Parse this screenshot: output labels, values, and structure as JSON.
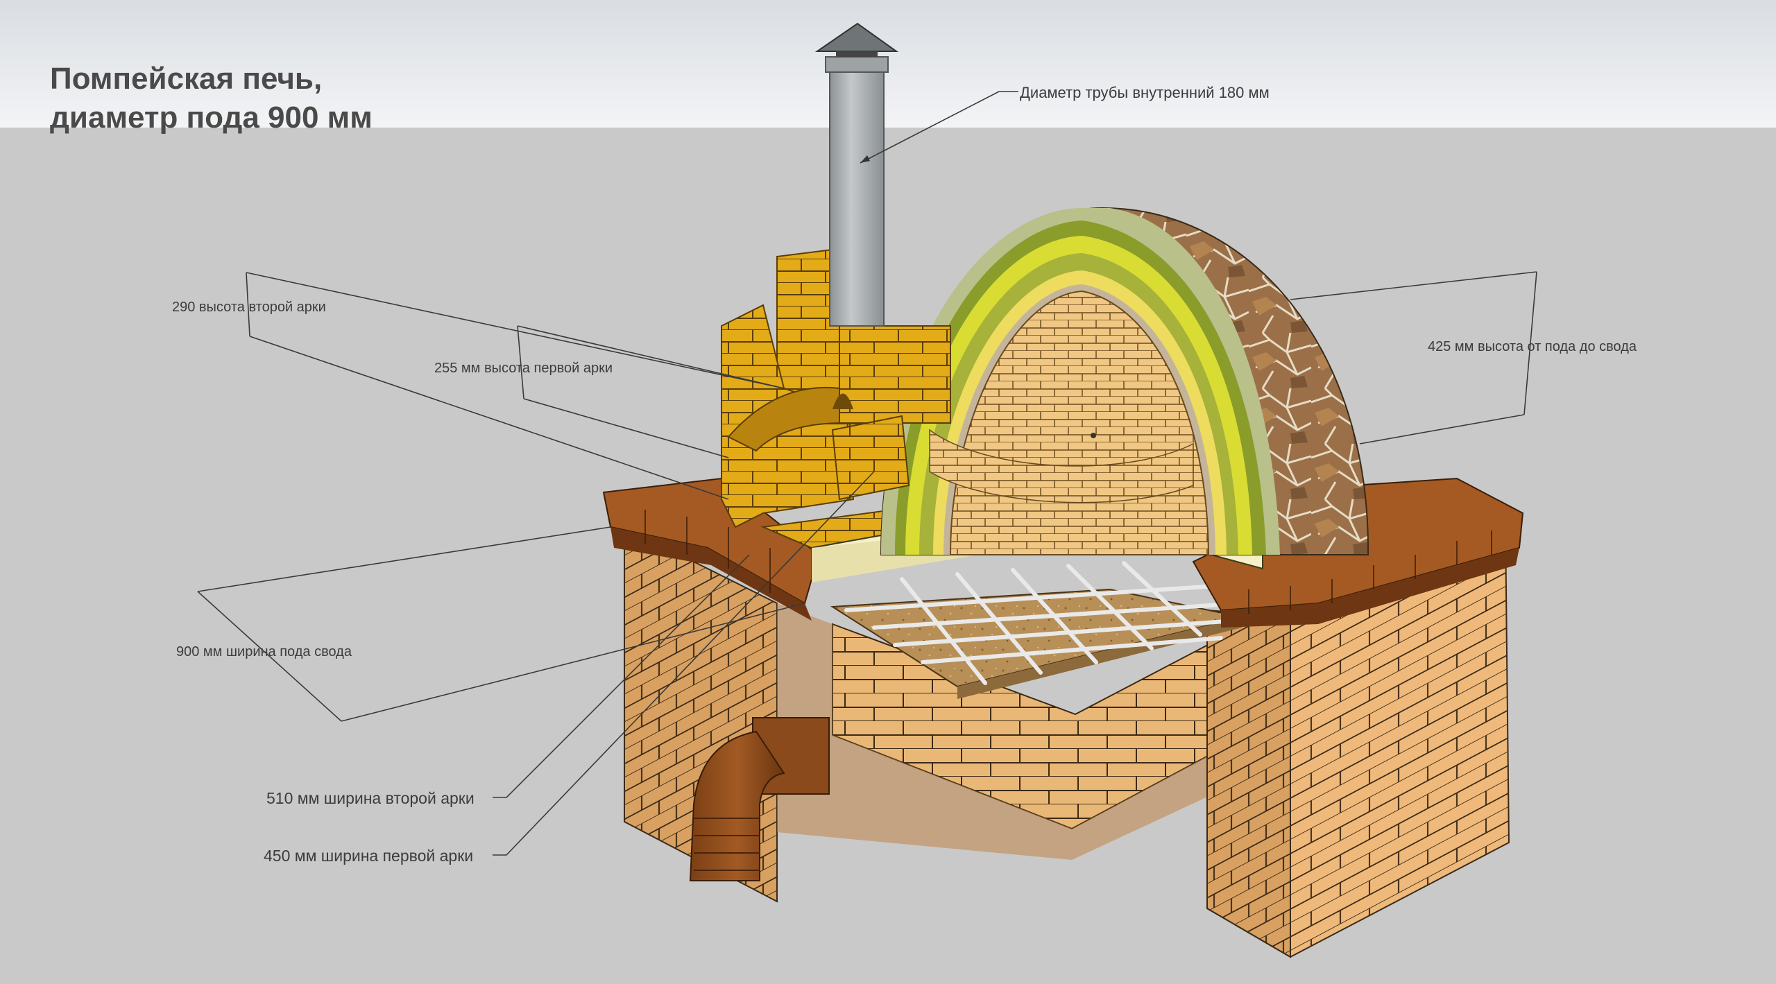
{
  "title": {
    "line1": "Помпейская печь,",
    "line2": "диаметр пода 900 мм"
  },
  "annotations": {
    "chimney_diameter": "Диаметр трубы внутренний 180 мм",
    "second_arch_height": "290 высота второй арки",
    "first_arch_height": "255 мм высота первой арки",
    "dome_height": "425 мм высота от пода до свода",
    "hearth_width": "900 мм ширина пода свода",
    "second_arch_width": "510 мм ширина второй арки",
    "first_arch_width": "450 мм ширина первой арки"
  },
  "colors": {
    "brick_light": "#eab876",
    "brick_yellow": "#e3ab18",
    "brick_brown": "#7a4216",
    "insulation_yellow": "#dfe03a",
    "stone": "#9b7048",
    "chimney_steel": "#a7acae"
  }
}
